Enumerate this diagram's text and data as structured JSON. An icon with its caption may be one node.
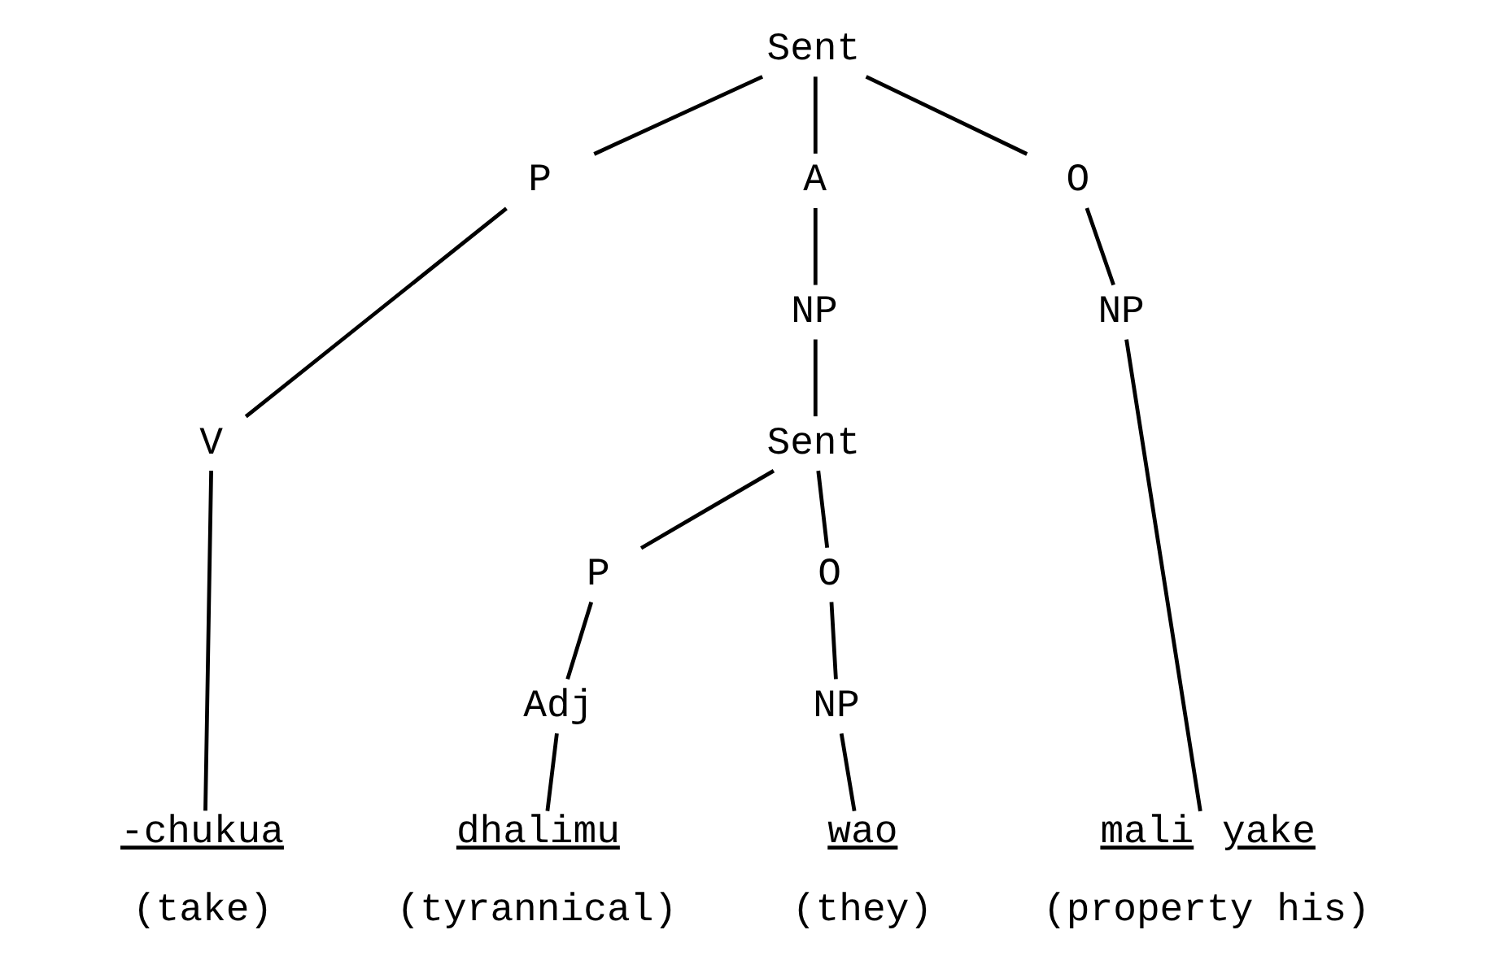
{
  "diagram": {
    "nodes": [
      {
        "text": [
          "Sent"
        ]
      },
      {
        "text": [
          "P"
        ]
      },
      {
        "text": [
          "A"
        ]
      },
      {
        "text": [
          "O"
        ]
      },
      {
        "text": [
          "V"
        ]
      },
      {
        "text": [
          "NP"
        ]
      },
      {
        "text": [
          "NP"
        ]
      },
      {
        "text": [
          "Sent"
        ]
      },
      {
        "text": [
          "P"
        ]
      },
      {
        "text": [
          "O"
        ]
      },
      {
        "text": [
          "Adj"
        ]
      },
      {
        "text": [
          "NP"
        ]
      },
      {
        "text": [
          "-chukua"
        ],
        "beside": [
          "(take)"
        ]
      },
      {
        "text": [
          "dhalimu"
        ],
        "beside": [
          "(tyrannical)"
        ]
      },
      {
        "text": [
          "wao"
        ],
        "beside": [
          "(they)"
        ]
      },
      {
        "text": [
          "mali yake"
        ],
        "beside": [
          "(property his)"
        ]
      }
    ],
    "edges": [
      {
        "from": 0,
        "to": 1,
        "arrow": "none"
      },
      {
        "from": 0,
        "to": 2,
        "arrow": "none"
      },
      {
        "from": 0,
        "to": 3,
        "arrow": "none"
      },
      {
        "from": 1,
        "to": 4,
        "arrow": "none"
      },
      {
        "from": 2,
        "to": 5,
        "arrow": "none"
      },
      {
        "from": 3,
        "to": 6,
        "arrow": "none"
      },
      {
        "from": 5,
        "to": 7,
        "arrow": "none"
      },
      {
        "from": 7,
        "to": 8,
        "arrow": "none"
      },
      {
        "from": 7,
        "to": 9,
        "arrow": "none"
      },
      {
        "from": 8,
        "to": 10,
        "arrow": "none"
      },
      {
        "from": 9,
        "to": 11,
        "arrow": "none"
      },
      {
        "from": 4,
        "to": 12,
        "arrow": "none"
      },
      {
        "from": 10,
        "to": 13,
        "arrow": "none"
      },
      {
        "from": 11,
        "to": 14,
        "arrow": "none"
      },
      {
        "from": 6,
        "to": 15,
        "arrow": "none"
      }
    ]
  }
}
